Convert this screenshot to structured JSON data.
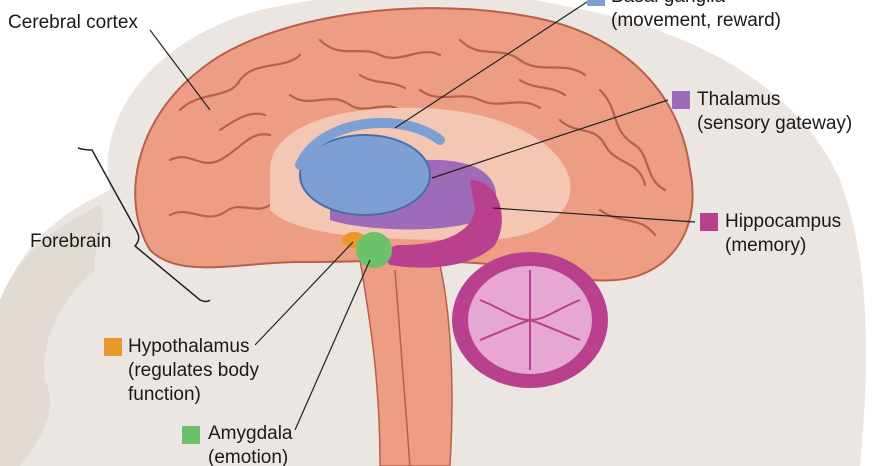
{
  "labels": {
    "cerebral_cortex": "Cerebral cortex",
    "forebrain": "Forebrain",
    "basal_ganglia": {
      "line1": "Basal ganglia",
      "line2": "(movement, reward)"
    },
    "thalamus": {
      "line1": "Thalamus",
      "line2": "(sensory gateway)"
    },
    "hippocampus": {
      "line1": "Hippocampus",
      "line2": "(memory)"
    },
    "hypothalamus": {
      "line1": "Hypothalamus",
      "line2": "(regulates body",
      "line3": "function)"
    },
    "amygdala": {
      "line1": "Amygdala",
      "line2": "(emotion)"
    }
  },
  "colors": {
    "basal_ganglia": "#7d9fd3",
    "thalamus": "#9e6bb8",
    "hippocampus": "#b8408e",
    "hypothalamus": "#e8992a",
    "amygdala": "#6cc26b",
    "cortex": "#ec9d84",
    "head": "#ebe6e1"
  }
}
